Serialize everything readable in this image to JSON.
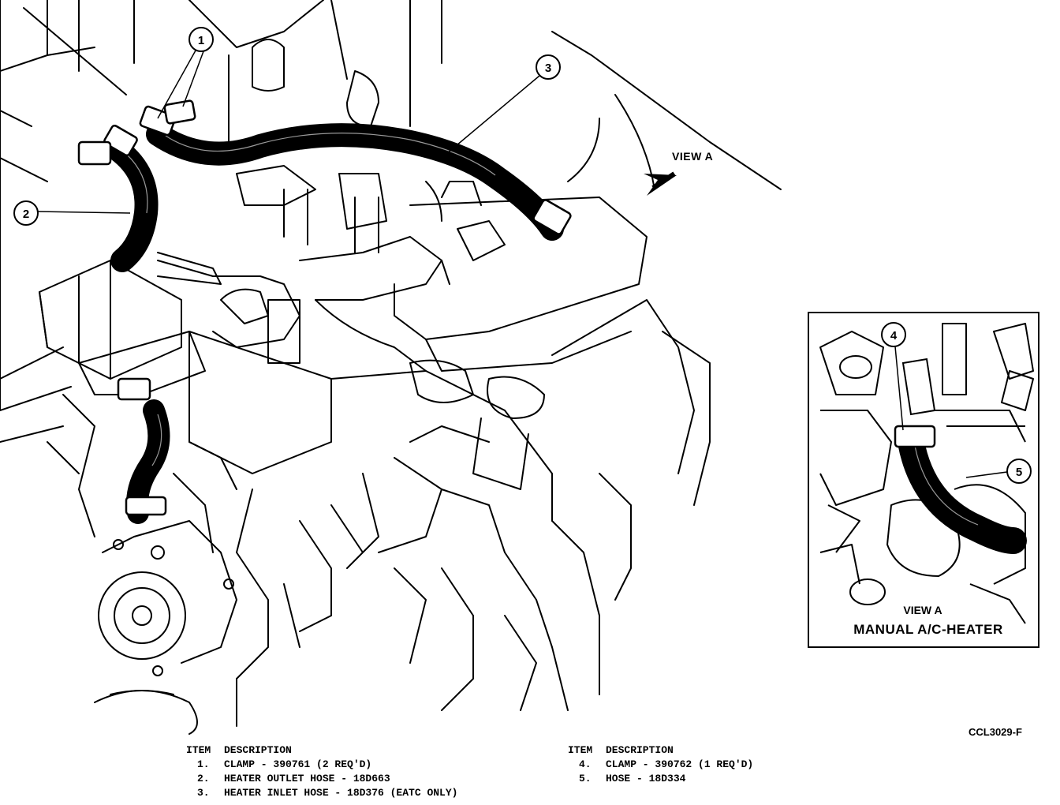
{
  "callouts": [
    "1",
    "2",
    "3",
    "4",
    "5"
  ],
  "view_a_arrow_label": "VIEW A",
  "inset": {
    "view_label": "VIEW A",
    "title": "MANUAL A/C-HEATER"
  },
  "figure_code": "CCL3029-F",
  "legend_left": {
    "header_item": "ITEM",
    "header_desc": "DESCRIPTION",
    "rows": [
      {
        "item": "1.",
        "desc": "CLAMP - 390761 (2 REQ'D)"
      },
      {
        "item": "2.",
        "desc": "HEATER OUTLET HOSE - 18D663"
      },
      {
        "item": "3.",
        "desc": "HEATER INLET HOSE - 18D376 (EATC ONLY)"
      }
    ]
  },
  "legend_right": {
    "header_item": "ITEM",
    "header_desc": "DESCRIPTION",
    "rows": [
      {
        "item": "4.",
        "desc": "CLAMP - 390762 (1 REQ'D)"
      },
      {
        "item": "5.",
        "desc": "HOSE - 18D334"
      }
    ]
  }
}
